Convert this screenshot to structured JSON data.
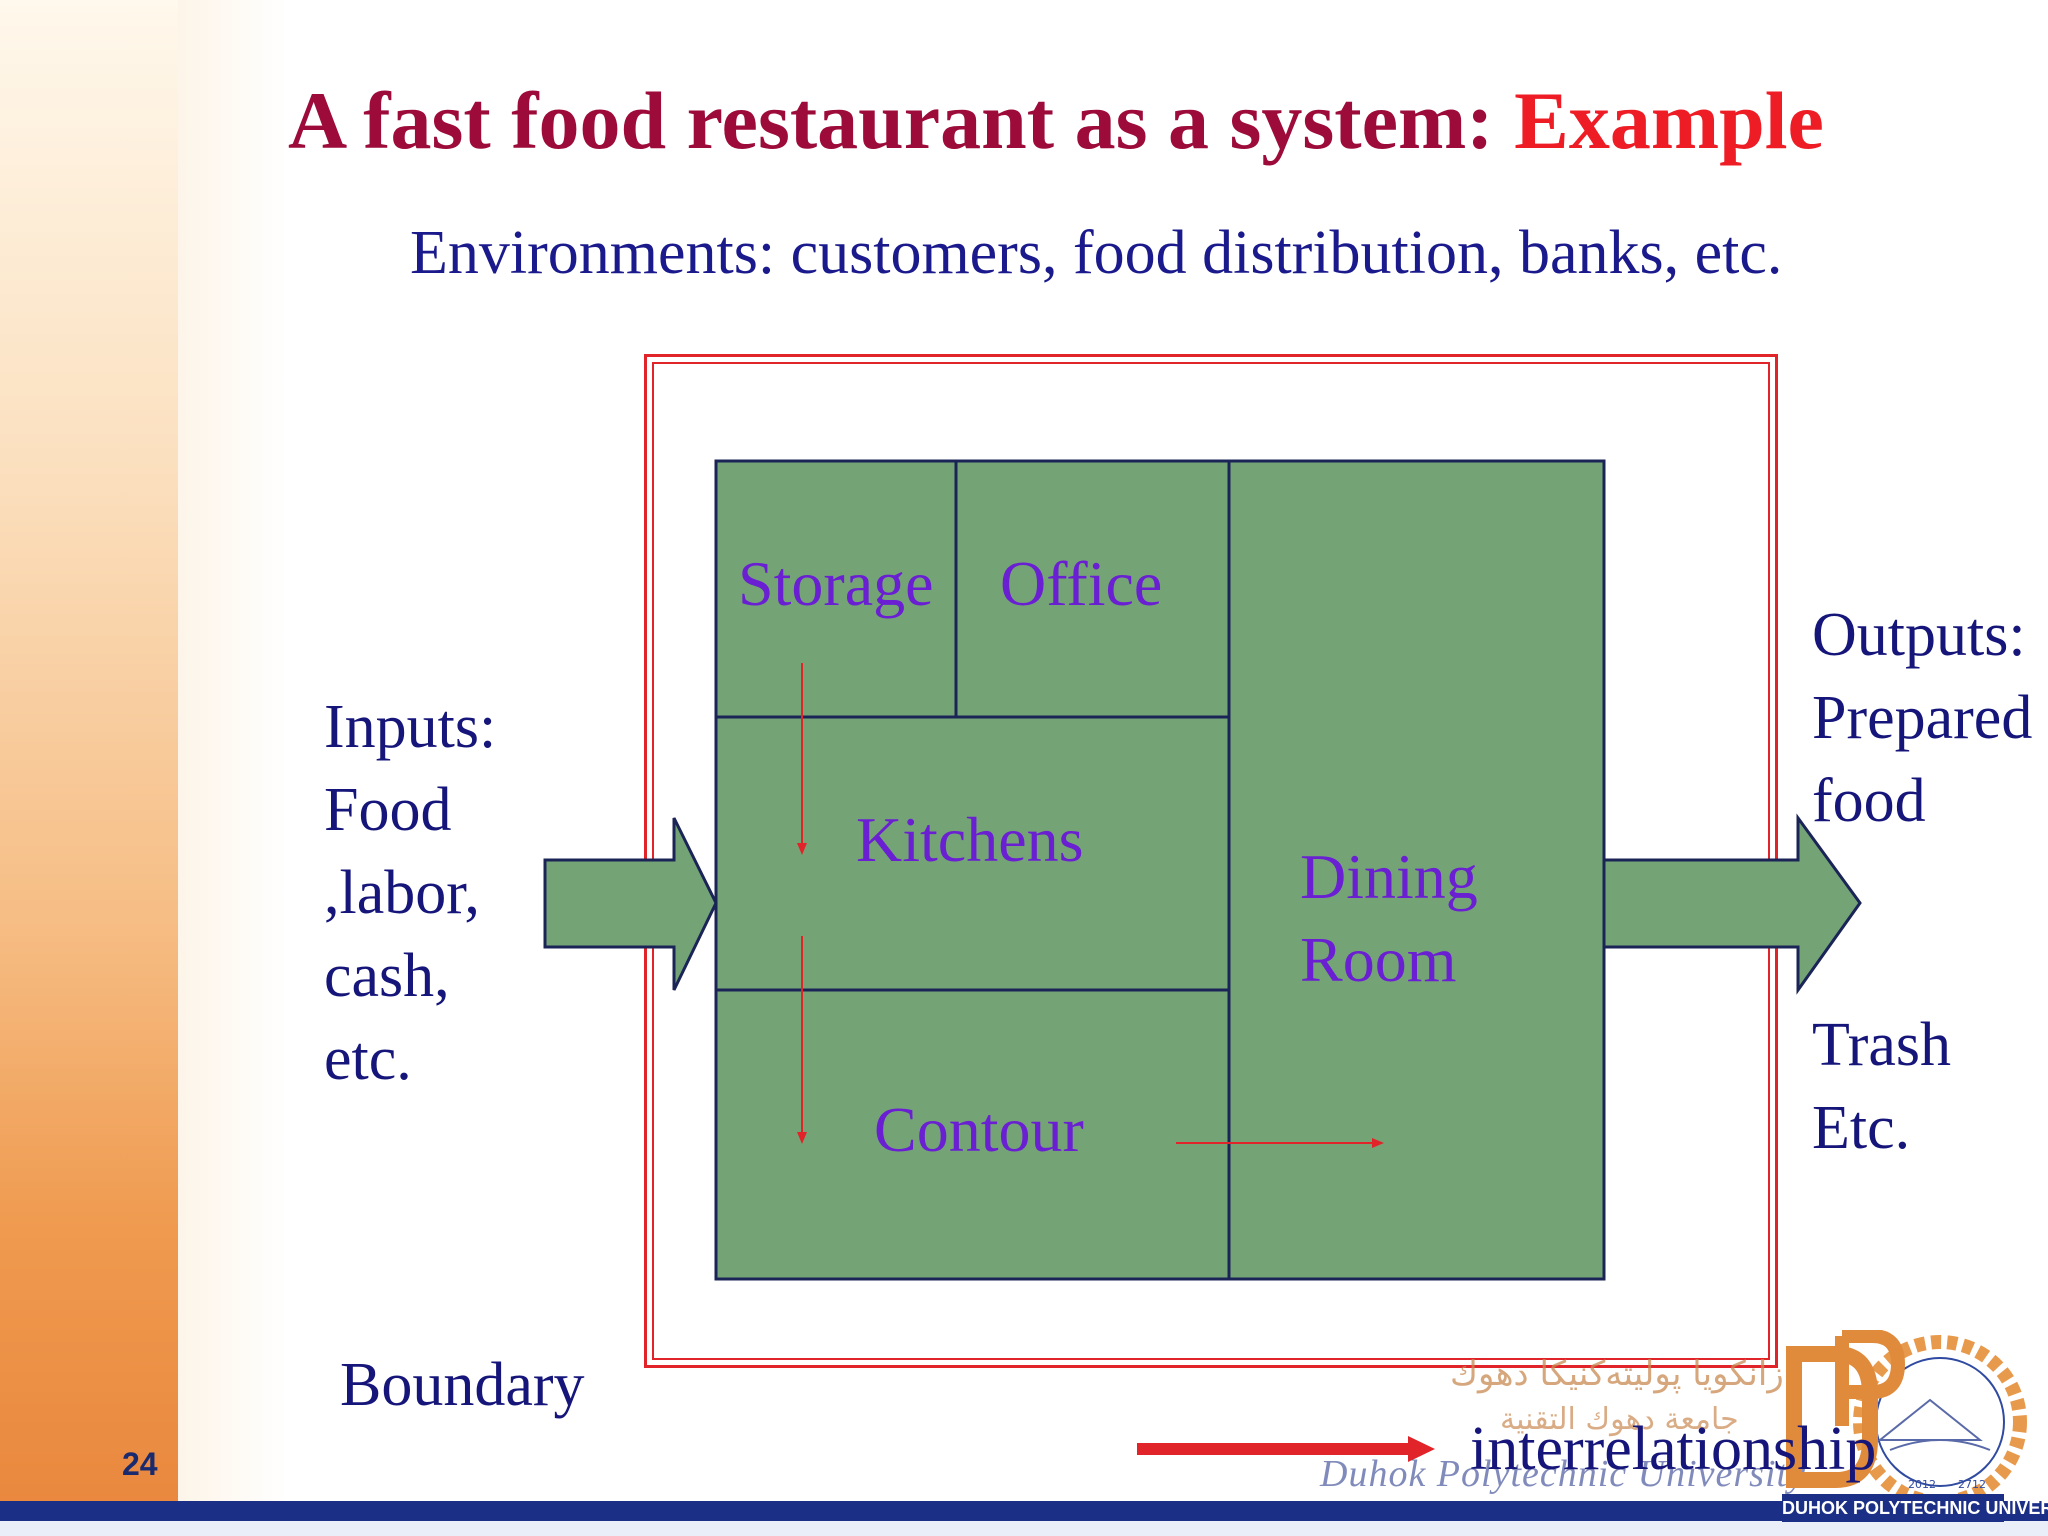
{
  "slide": {
    "page_number": "24",
    "title_main": "A fast food restaurant as a system: ",
    "title_accent": "Example",
    "subtitle": "Environments: customers, food distribution, banks, etc."
  },
  "diagram": {
    "rooms": {
      "storage": "Storage",
      "office": "Office",
      "kitchens": "Kitchens",
      "dining_line1": "Dining",
      "dining_line2": "Room",
      "contour": "Contour"
    },
    "inputs": [
      "Inputs:",
      "Food",
      ",labor,",
      "cash,",
      "etc."
    ],
    "outputs": [
      "Outputs:",
      "Prepared",
      "food"
    ],
    "trash": [
      "Trash",
      "Etc."
    ],
    "boundary_label": "Boundary",
    "interrelationship_label": "interrelationship"
  },
  "logo": {
    "arabic_line1": "زانكويا پوليتەكنيكا دهوك",
    "arabic_line2": "جامعة دهوك التقنية",
    "english": "Duhok Polytechnic University",
    "badge": "DUHOK POLYTECHNIC UNIVERSITY",
    "seal_year_left": "2012",
    "seal_year_right": "2712"
  },
  "colors": {
    "title": "#9d0b3a",
    "accent": "#ee1c25",
    "navy_text": "#15157a",
    "room_text": "#6a1fd2",
    "room_fill": "#74a476",
    "boundary": "#e0242a",
    "footer_bar": "#1b2f86"
  }
}
